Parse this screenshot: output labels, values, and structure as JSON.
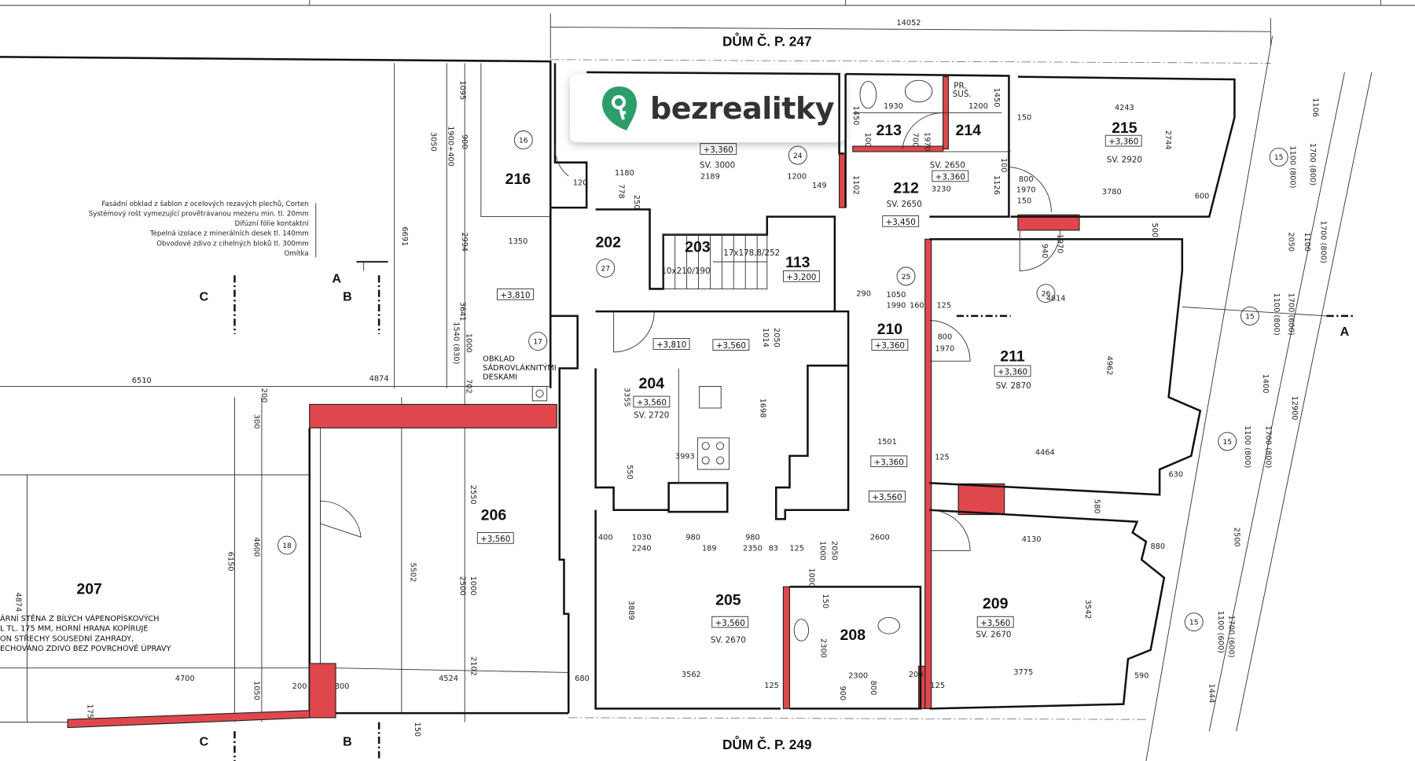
{
  "headers": {
    "top": "DŮM Č. P. 247",
    "bottom": "DŮM Č. P. 249",
    "top_dim": "14052"
  },
  "logo": {
    "text": "bezrealitky",
    "color": "#2e9d6c"
  },
  "legend": [
    "Fasádní obklad z šablon z ocelových rezavých plechů, Corten",
    "Systémový rošt vymezující provětrávanou mezeru min. tl. 20mm",
    "Difúzní fólie kontaktní",
    "Tepelná izolace z minerálních desek tl. 140mm",
    "Obvodové zdivo z cihelných bloků tl. 300mm",
    "Omítka"
  ],
  "wall_note": [
    "ÁRNÍ STĚNA Z BÍLÝCH VÁPENOPÍSKOVÝCH",
    "L TL. 175 MM, HORNÍ HRANA KOPÍRUJE",
    "ON STŘECHY SOUSEDNÍ ZAHRADY,",
    "ECHOVÁNO ZDIVO BEZ POVRCHOVÉ ÚPRAVY"
  ],
  "cladding_note": [
    "OBKLAD",
    "SÁDROVLÁKNITÝMI",
    "DESKAMI"
  ],
  "rooms": [
    {
      "num": "216"
    },
    {
      "num": "213"
    },
    {
      "num": "214",
      "extra": "PR.",
      "extra2": "SUŠ."
    },
    {
      "num": "215",
      "level": "+3,360",
      "sv": "SV. 2920"
    },
    {
      "num": "212",
      "level": "+3,360",
      "sv": "SV. 2650",
      "sv2": "SV. 2650"
    },
    {
      "num": "202"
    },
    {
      "num": "203",
      "extra": "17x178,8/252",
      "extra2": "10x210/190"
    },
    {
      "num": "113",
      "level": "+3,200"
    },
    {
      "num": "210",
      "level": "+3,360"
    },
    {
      "num": "211",
      "level": "+3,360",
      "sv": "SV. 2870"
    },
    {
      "num": "204",
      "level": "+3,560",
      "sv": "SV. 2720"
    },
    {
      "num": "206",
      "level": "+3,560"
    },
    {
      "num": "207"
    },
    {
      "num": "205",
      "level": "+3,560",
      "sv": "SV. 2670"
    },
    {
      "num": "208"
    },
    {
      "num": "209",
      "level": "+3,560",
      "sv": "SV. 2670"
    }
  ],
  "corridor": {
    "level": "+3,360",
    "sv": "SV. 3000"
  },
  "levels": [
    "+3,810",
    "+3,810",
    "+3,560",
    "+3,450",
    "+3,360",
    "+3,560"
  ],
  "sections": {
    "a": "A",
    "b": "B",
    "c": "C"
  },
  "tags": [
    "16",
    "24",
    "27",
    "17",
    "25",
    "26",
    "18",
    "15",
    "15",
    "15",
    "15"
  ],
  "dims": [
    "1095",
    "3050",
    "1900+400",
    "900",
    "6691",
    "2994",
    "1350",
    "3641",
    "1540 (830)",
    "1000",
    "702",
    "6510",
    "4874",
    "200",
    "300",
    "2550",
    "6150",
    "4600",
    "5502",
    "2500",
    "1000",
    "2102",
    "4700",
    "4524",
    "200",
    "300",
    "1050",
    "175",
    "150",
    "4874",
    "1180",
    "2189",
    "120",
    "778",
    "250",
    "1200",
    "149",
    "1930",
    "1450",
    "100",
    "700",
    "1970",
    "1200",
    "1450",
    "1102",
    "3230",
    "1126",
    "100",
    "800",
    "1970",
    "150",
    "4243",
    "150",
    "2744",
    "3780",
    "600",
    "500",
    "940",
    "1970",
    "4814",
    "1050",
    "1990",
    "160",
    "290",
    "125",
    "800",
    "1970",
    "4962",
    "1501",
    "125",
    "4464",
    "630",
    "580",
    "1014",
    "2050",
    "1698",
    "3355",
    "3993",
    "550",
    "400",
    "1030",
    "2240",
    "980",
    "189",
    "980",
    "2350",
    "83",
    "125",
    "1000",
    "2050",
    "2600",
    "4130",
    "880",
    "3889",
    "3562",
    "680",
    "125",
    "150",
    "1000",
    "2300",
    "2300",
    "900",
    "800",
    "200",
    "125",
    "3775",
    "590",
    "3542",
    "1106",
    "1100 (800)",
    "1700 (800)",
    "2050",
    "1100 (800)",
    "1700 (600)",
    "1400",
    "12900",
    "1100 (800)",
    "1700 (800)",
    "2500",
    "1100 (600)",
    "1700 (600)",
    "1444",
    "1100",
    "1700 (800)"
  ]
}
